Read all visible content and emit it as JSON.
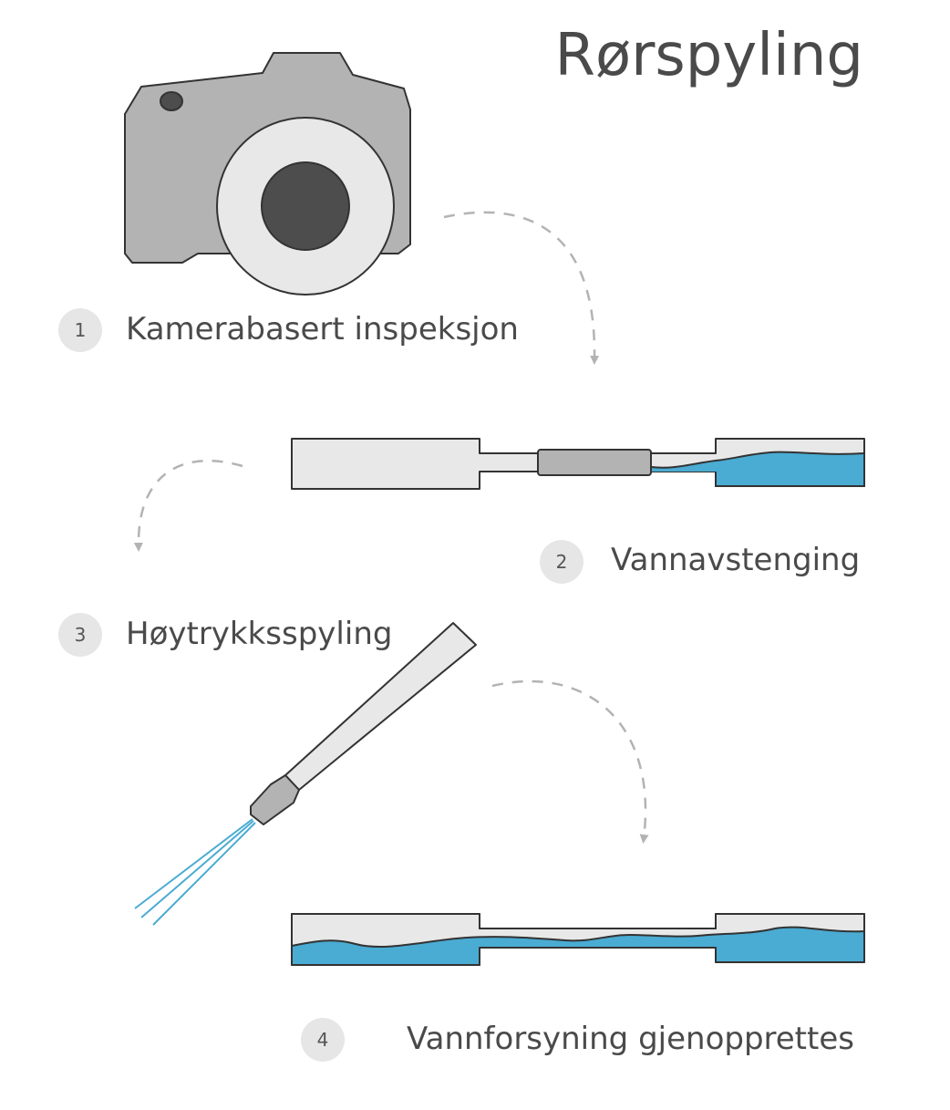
{
  "title": "Rørspyling",
  "steps": [
    {
      "number": "1",
      "label": "Kamerabasert inspeksjon"
    },
    {
      "number": "2",
      "label": "Vannavstenging"
    },
    {
      "number": "3",
      "label": "Høytrykksspyling"
    },
    {
      "number": "4",
      "label": "Vannforsyning gjenopprettes"
    }
  ],
  "colors": {
    "text": "#4a4a4a",
    "badge": "#e6e6e6",
    "camera_body": "#b3b3b3",
    "lens_ring": "#e8e8e8",
    "lens": "#4d4d4d",
    "pipe": "#e8e8e8",
    "plug": "#b3b3b3",
    "water": "#4aabd3",
    "arrow": "#b3b3b3",
    "outline": "#333333"
  },
  "icons": [
    "camera-icon",
    "pipe-plugged-icon",
    "flushing-nozzle-icon",
    "pipe-restored-icon",
    "dashed-arrow-icon"
  ]
}
